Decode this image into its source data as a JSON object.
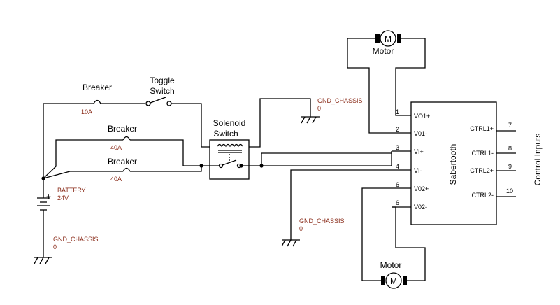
{
  "labels": {
    "motor_top": "Motor",
    "motor_bottom": "Motor",
    "motor_glyph": "M",
    "breaker_1": "Breaker",
    "breaker_2": "Breaker",
    "breaker_3": "Breaker",
    "rating_1": "10A",
    "rating_2": "40A",
    "rating_3": "40A",
    "toggle_line1": "Toggle",
    "toggle_line2": "Switch",
    "solenoid_line1": "Solenoid",
    "solenoid_line2": "Switch",
    "battery_name": "BATTERY",
    "battery_voltage": "24V",
    "battery_plus": "+",
    "gnd_1": "GND_CHASSIS",
    "gnd_1_val": "0",
    "gnd_2": "GND_CHASSIS",
    "gnd_2_val": "0",
    "gnd_3": "GND_CHASSIS",
    "gnd_3_val": "0",
    "sabertooth": "Sabertooth",
    "control_inputs": "Control Inputs"
  },
  "pins_left": [
    {
      "num": "1",
      "name": "VO1+"
    },
    {
      "num": "2",
      "name": "V01-"
    },
    {
      "num": "3",
      "name": "VI+"
    },
    {
      "num": "4",
      "name": "VI-"
    },
    {
      "num": "6",
      "name": "V02+"
    },
    {
      "num": "6",
      "name": "V02-"
    }
  ],
  "pins_right": [
    {
      "num": "7",
      "name": "CTRL1+"
    },
    {
      "num": "8",
      "name": "CTRL1-"
    },
    {
      "num": "9",
      "name": "CTRL2+"
    },
    {
      "num": "10",
      "name": "CTRL2-"
    }
  ]
}
